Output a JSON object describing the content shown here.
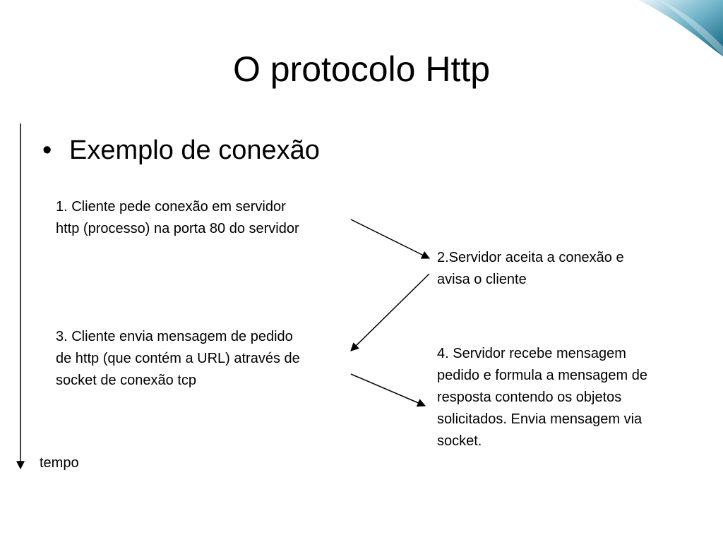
{
  "slide": {
    "title": "O protocolo Http",
    "bullet": {
      "marker": "•",
      "text": "Exemplo de conexão"
    },
    "steps": [
      {
        "text": "1. Cliente pede conexão em servidor\nhttp (processo) na porta 80 do servidor"
      },
      {
        "text": "2.Servidor aceita a conexão e\navisa o cliente"
      },
      {
        "text": "3. Cliente envia mensagem de pedido\nde http (que contém a URL) através de\nsocket de conexão tcp"
      },
      {
        "text": "4. Servidor  recebe  mensagem\npedido e  formula a   mensagem de\nresposta contendo os objetos\nsolicitados. Envia mensagem via\nsocket."
      }
    ],
    "time_axis": {
      "label": "tempo"
    },
    "colors": {
      "text": "#000000",
      "background": "#ffffff",
      "accent_dark": "#0b5f7a",
      "accent_light": "#bfe3ee"
    }
  }
}
